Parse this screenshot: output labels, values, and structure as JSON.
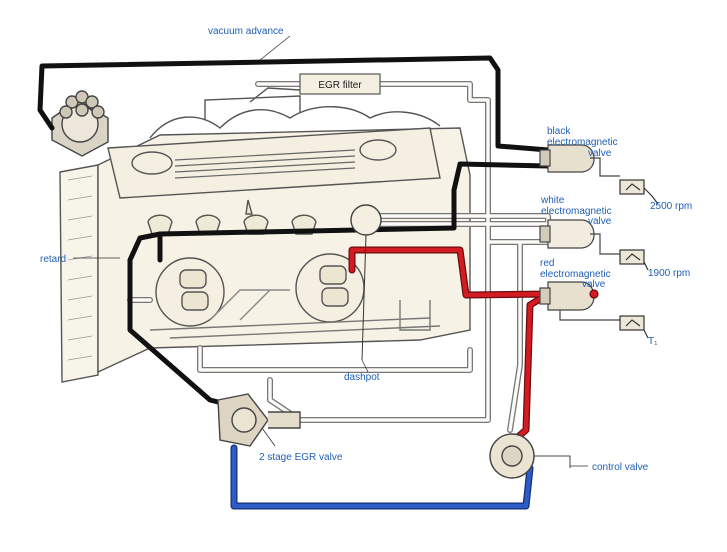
{
  "labels": {
    "vacuum_advance": "vacuum advance",
    "egr_filter": "EGR filter",
    "black_valve_line1": "black",
    "black_valve_line2": "electromagnetic",
    "black_valve_line3": "valve",
    "white_valve_line1": "white",
    "white_valve_line2": "electromagnetic",
    "white_valve_line3": "valve",
    "red_valve_line1": "red",
    "red_valve_line2": "electromagnetic",
    "red_valve_line3": "valve",
    "rpm_2500": "2500 rpm",
    "rpm_1900": "1900 rpm",
    "t1": "T₁",
    "retard": "retard",
    "dashpot": "dashpot",
    "egr_valve": "2 stage EGR valve",
    "control_valve": "control valve"
  },
  "colors": {
    "label_blue": "#1f5fb4",
    "hose_black": "#111111",
    "hose_red": "#c8161d",
    "hose_blue": "#2b55b8",
    "outline": "#555555",
    "engine_fill": "#f3efe3"
  }
}
